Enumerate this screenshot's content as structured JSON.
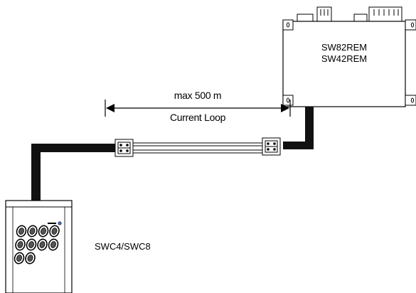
{
  "remote_unit": {
    "label_line1": "SW82REM",
    "label_line2": "SW42REM"
  },
  "link": {
    "distance_label": "max 500 m",
    "type_label": "Current Loop"
  },
  "control_unit": {
    "label": "SWC4/SWC8",
    "key_count": 10
  },
  "colors": {
    "line": "#000000",
    "cable": "#111111",
    "background": "#ffffff",
    "led": "#3a7bd5"
  }
}
